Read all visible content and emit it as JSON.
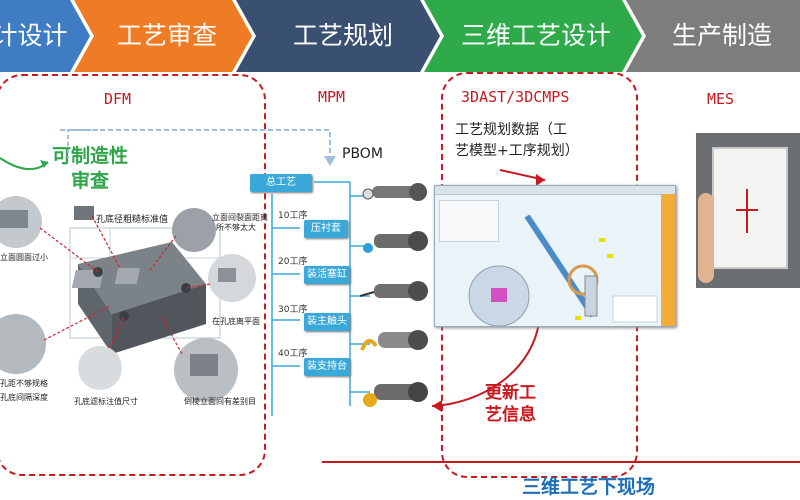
{
  "flow_steps": [
    {
      "label": "计设计",
      "color": "#3e7cc4"
    },
    {
      "label": "工艺审查",
      "color": "#ef7b24"
    },
    {
      "label": "工艺规划",
      "color": "#3a5070"
    },
    {
      "label": "三维工艺设计",
      "color": "#2eaa4a"
    },
    {
      "label": "生产制造",
      "color": "#7d7d7d"
    }
  ],
  "sections": {
    "dfm": "DFM",
    "mpm": "MPM",
    "three_d": "3DAST/3DCMPS",
    "mes": "MES"
  },
  "dfm_panel": {
    "title": "可制造性审查",
    "title_line1": "可制造性",
    "title_line2": "审查",
    "callouts": [
      "孔底径粗糙标准值",
      "立面间裂面距离",
      "所不够太大",
      "立面圆面过小",
      "孔距不够规格",
      "在孔底离平面",
      "孔底间隔深度",
      "孔底滤标注值尺寸",
      "倒棱立面间有差别目"
    ]
  },
  "mpm_panel": {
    "pbom": "PBOM",
    "root": "总工艺",
    "steps": [
      {
        "number": "10工序",
        "name": "压衬套"
      },
      {
        "number": "20工序",
        "name": "装活塞缸"
      },
      {
        "number": "30工序",
        "name": "装主触头"
      },
      {
        "number": "40工序",
        "name": "装支持台"
      }
    ]
  },
  "three_d_panel": {
    "note": "工艺规划数据（工艺模型+工序规划）",
    "note_line1": "工艺规划数据（工",
    "note_line2": "艺模型+工序规划）",
    "update": "更新工艺信息",
    "update_line1": "更新工",
    "update_line2": "艺信息"
  },
  "footer": "三维工艺下现场",
  "colors": {
    "accent_red": "#c8191f",
    "dfm_green": "#2fa54a",
    "process_blue": "#3aa8d8",
    "footer_blue": "#1f6fb8"
  }
}
